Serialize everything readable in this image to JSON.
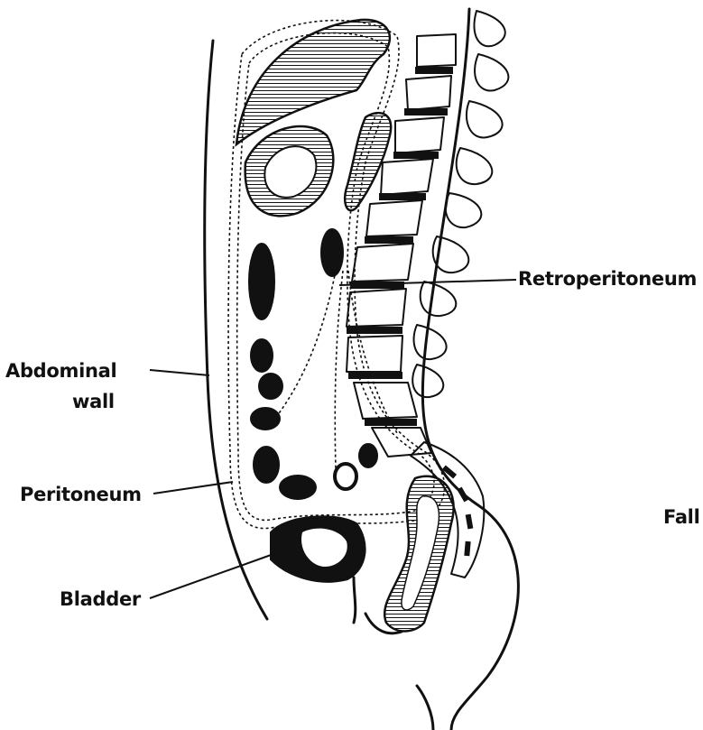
{
  "labels": {
    "retroperitoneum": "Retroperitoneum",
    "abdominal_wall_line1": "Abdominal",
    "abdominal_wall_line2": "wall",
    "peritoneum": "Peritoneum",
    "bladder": "Bladder",
    "fall": "Fall"
  },
  "colors": {
    "ink": "#111111",
    "paper": "#ffffff"
  }
}
